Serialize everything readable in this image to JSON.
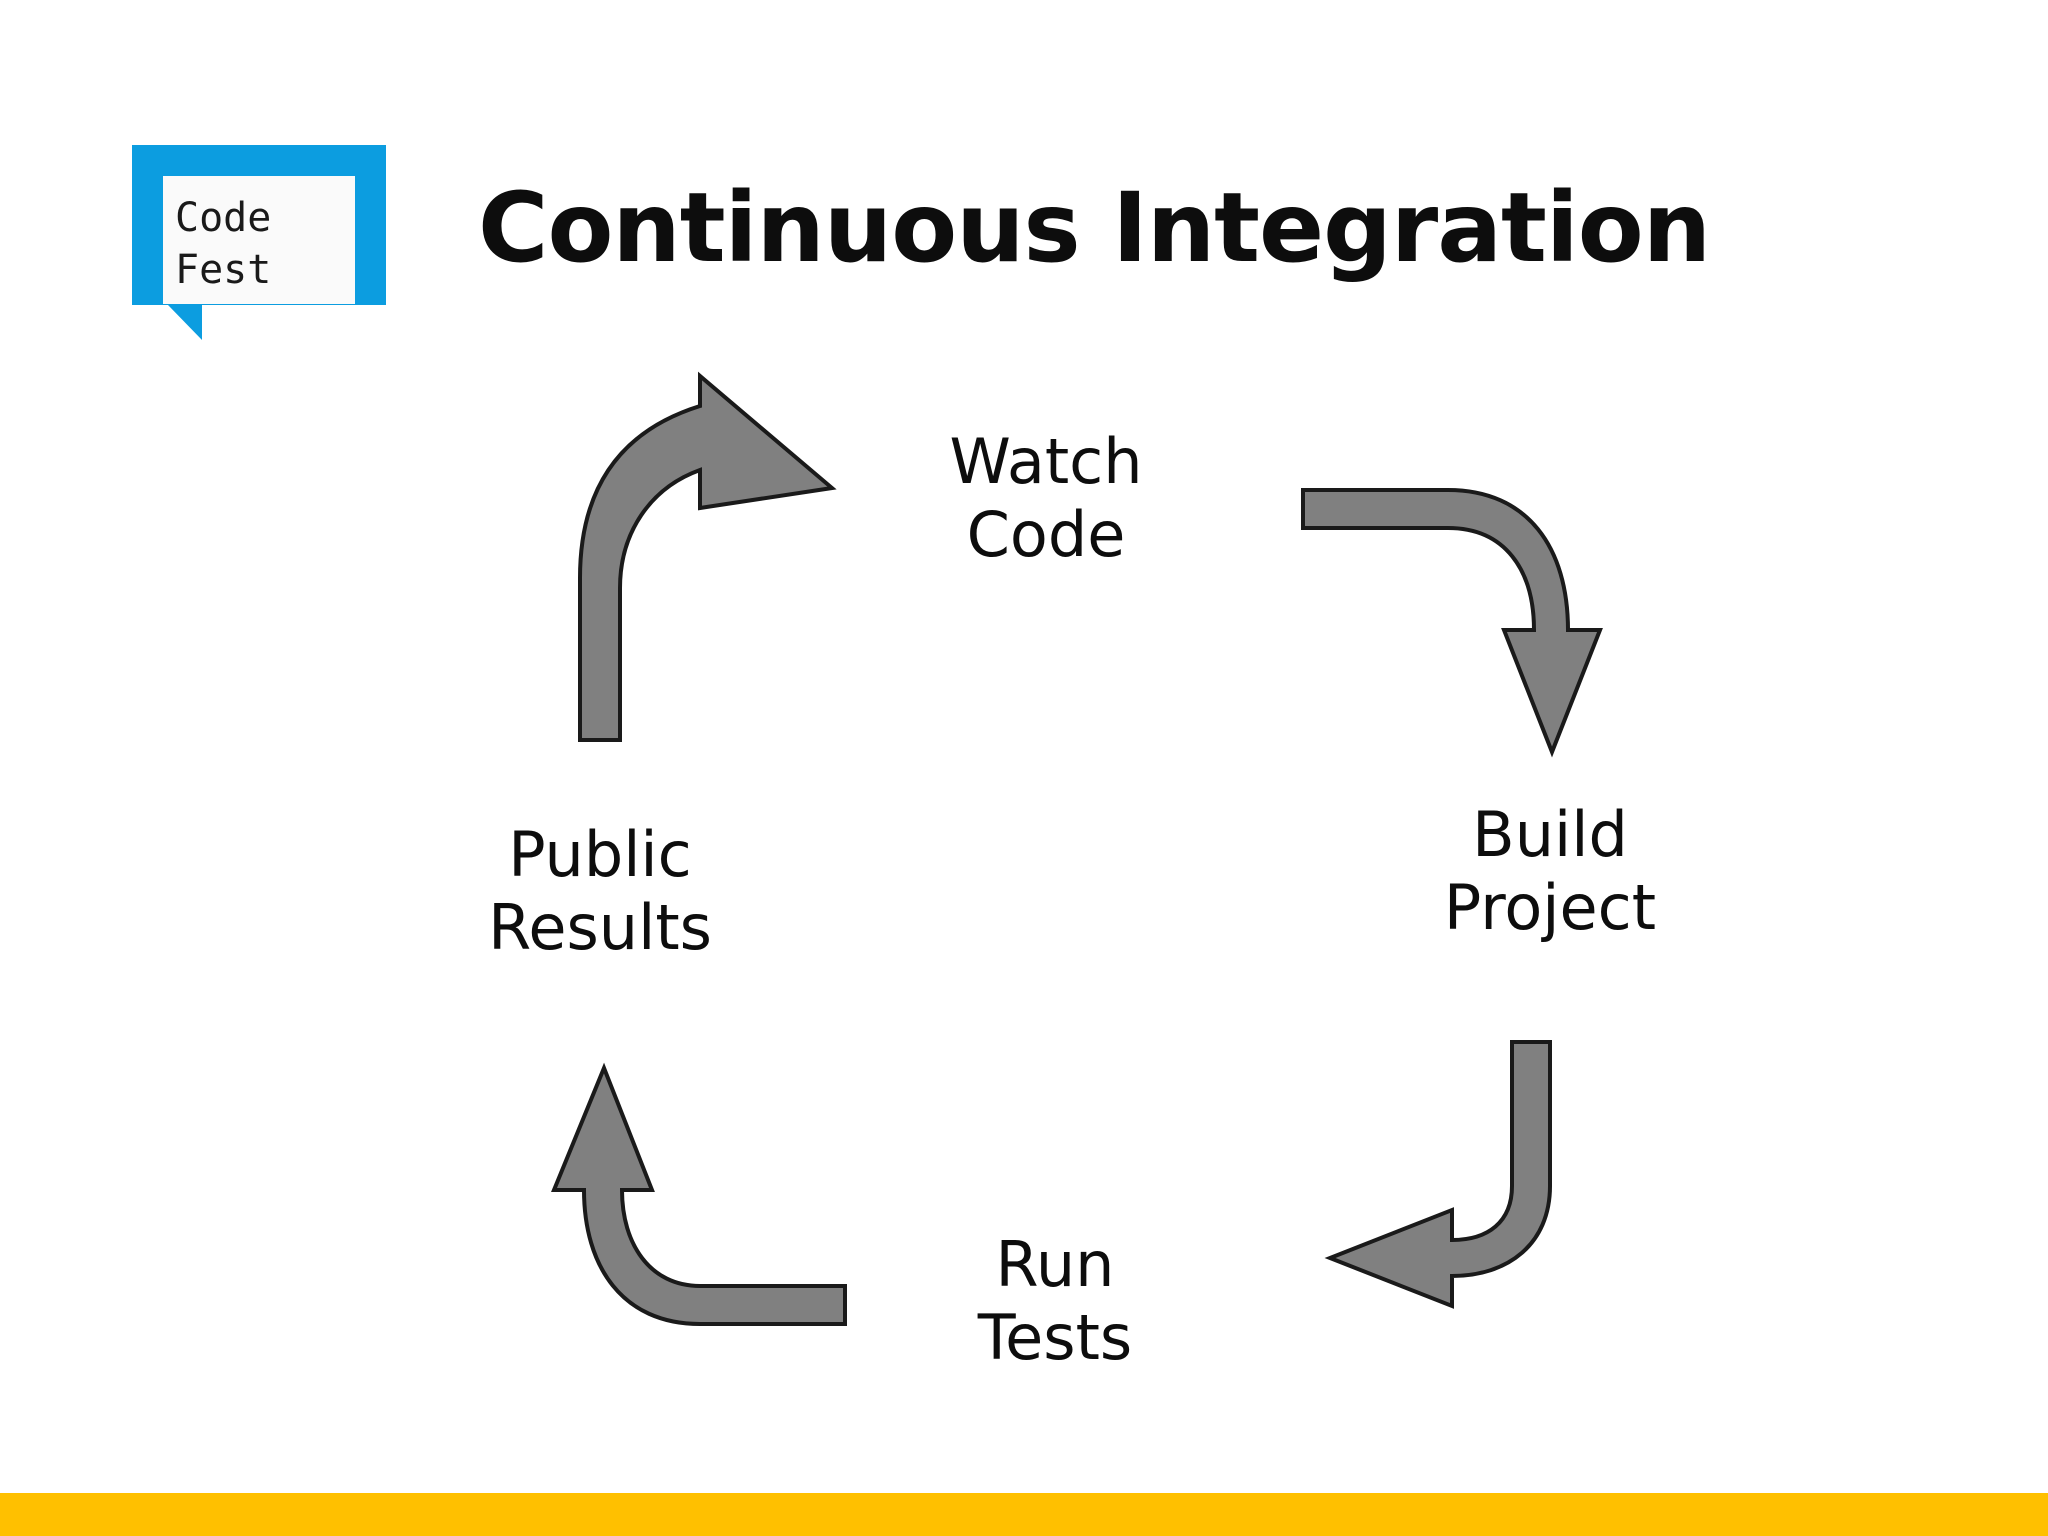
{
  "slide": {
    "background_color": "#ffffff",
    "title": "Continuous Integration"
  },
  "logo": {
    "name": "CodeFest logo",
    "line1": "Code",
    "line2": "Fest",
    "brand_color": "#0C9DE0",
    "panel_color": "#FAFAFA",
    "text_color": "#1A1A1A"
  },
  "diagram": {
    "type": "cycle",
    "direction": "clockwise",
    "arrow_fill": "#808080",
    "arrow_stroke": "#1A1A1A",
    "steps": [
      {
        "id": "watch-code",
        "line1": "Watch",
        "line2": "Code",
        "position": "top"
      },
      {
        "id": "build-project",
        "line1": "Build",
        "line2": "Project",
        "position": "right"
      },
      {
        "id": "run-tests",
        "line1": "Run",
        "line2": "Tests",
        "position": "bottom"
      },
      {
        "id": "public-results",
        "line1": "Public",
        "line2": "Results",
        "position": "left"
      }
    ]
  },
  "bottom_bar": {
    "color": "#FFC000"
  }
}
